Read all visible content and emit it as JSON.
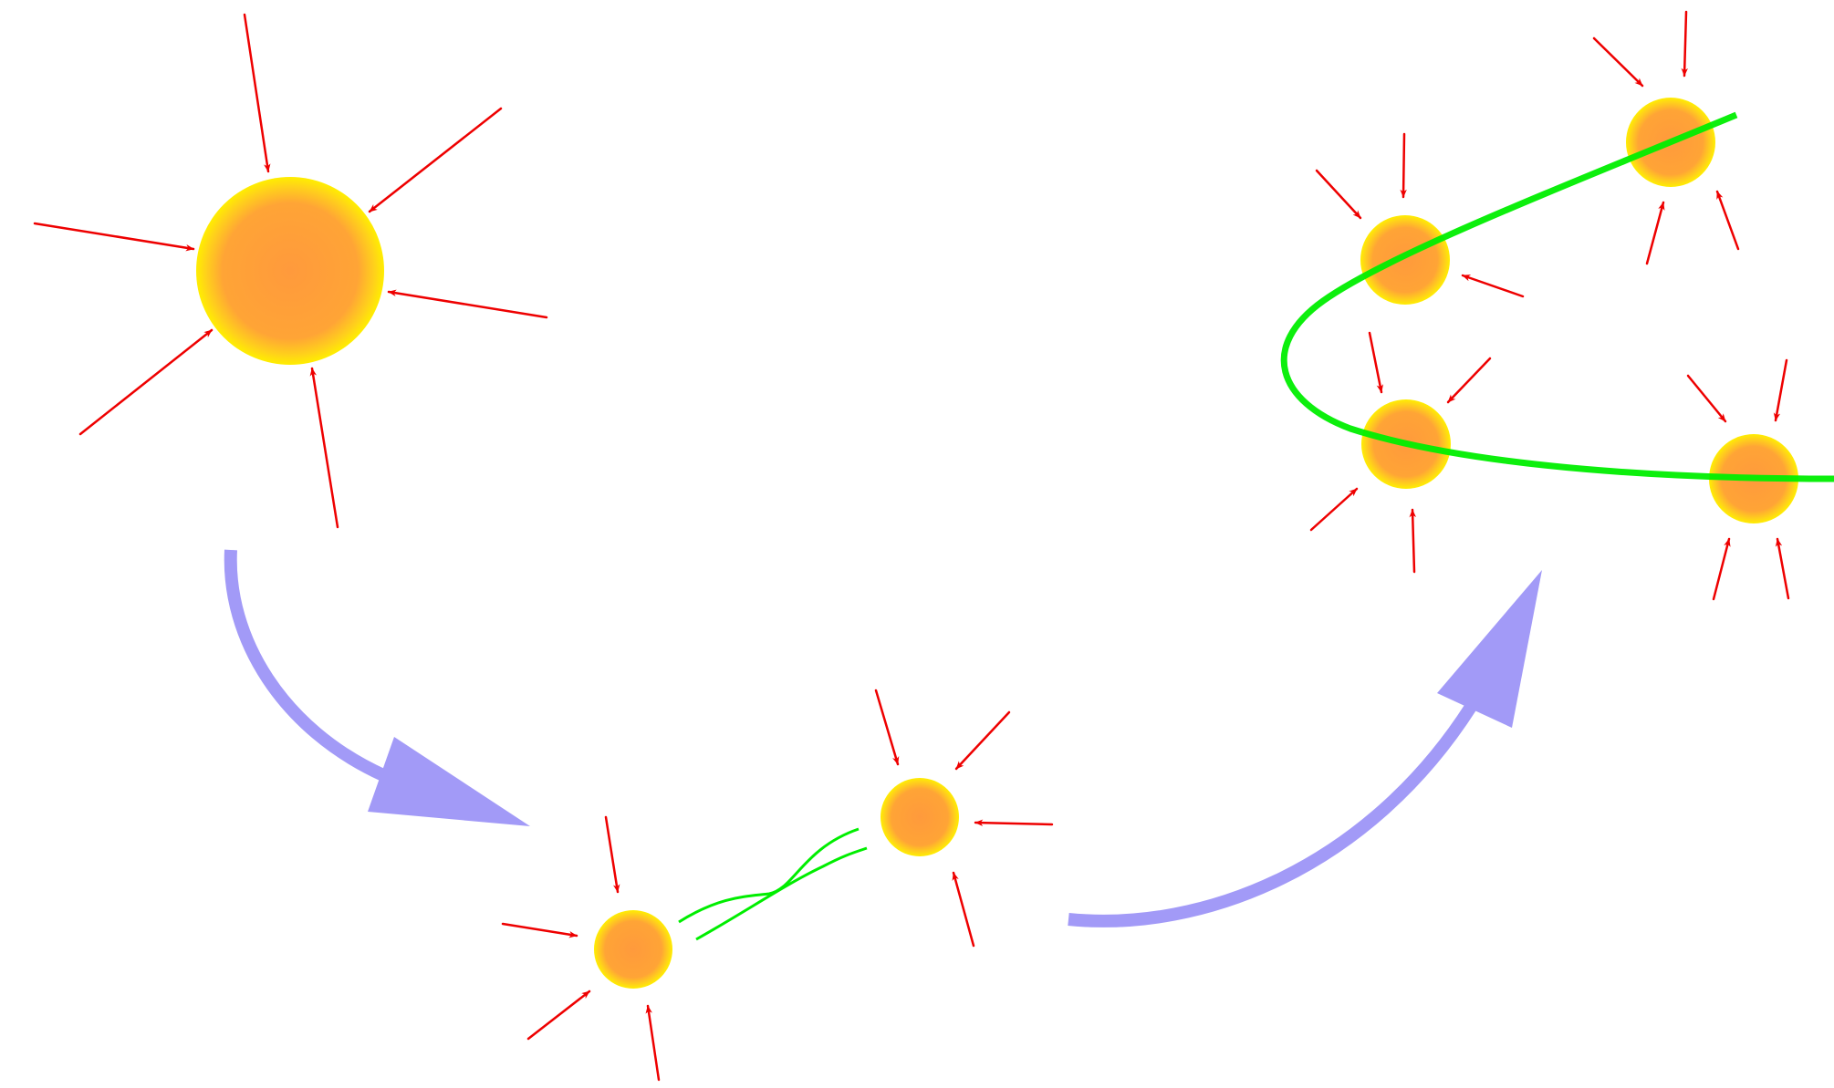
{
  "colors": {
    "background": "#ffffff",
    "force_arrow": "#ee0000",
    "blob_core": "#ff9a3c",
    "blob_edge": "#ffee00",
    "string_line": "#00ee00",
    "transition_arrow": "#a29af7"
  },
  "diagram": {
    "stages": [
      {
        "id": "single-large-blob",
        "blob_count": 1
      },
      {
        "id": "pair-of-blobs-with-filaments",
        "blob_count": 2
      },
      {
        "id": "four-blobs-on-curve",
        "blob_count": 4
      }
    ],
    "transitions": [
      {
        "from": "single-large-blob",
        "to": "pair-of-blobs-with-filaments"
      },
      {
        "from": "pair-of-blobs-with-filaments",
        "to": "four-blobs-on-curve"
      }
    ]
  }
}
